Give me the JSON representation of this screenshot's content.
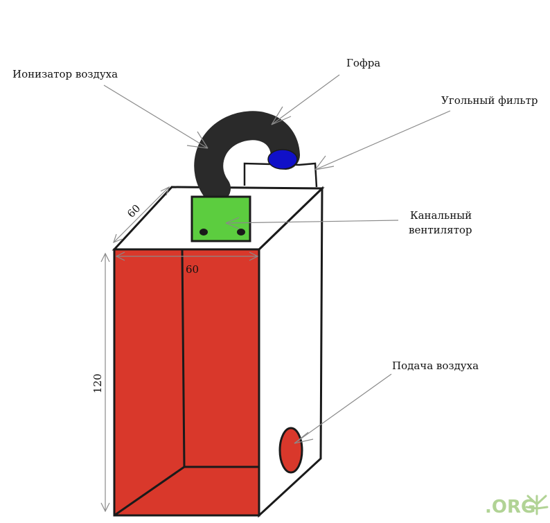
{
  "labels": {
    "ionizer": "Ионизатор воздуха",
    "duct": "Гофра",
    "carbon_filter": "Угольный фильтр",
    "inline_fan_line1": "Канальный",
    "inline_fan_line2": "вентилятор",
    "air_intake": "Подача воздуха"
  },
  "dimensions": {
    "depth": "60",
    "width": "60",
    "height": "120"
  },
  "watermark": ".ORG",
  "colors": {
    "tent_red": "#d9382b",
    "tent_outline": "#1a1a1a",
    "fan_green": "#5ccd3f",
    "duct_black": "#2a2a2a",
    "ionizer_blue": "#1010c8",
    "leader_gray": "#8a8a8a",
    "watermark_green": "#a9cf8a"
  }
}
